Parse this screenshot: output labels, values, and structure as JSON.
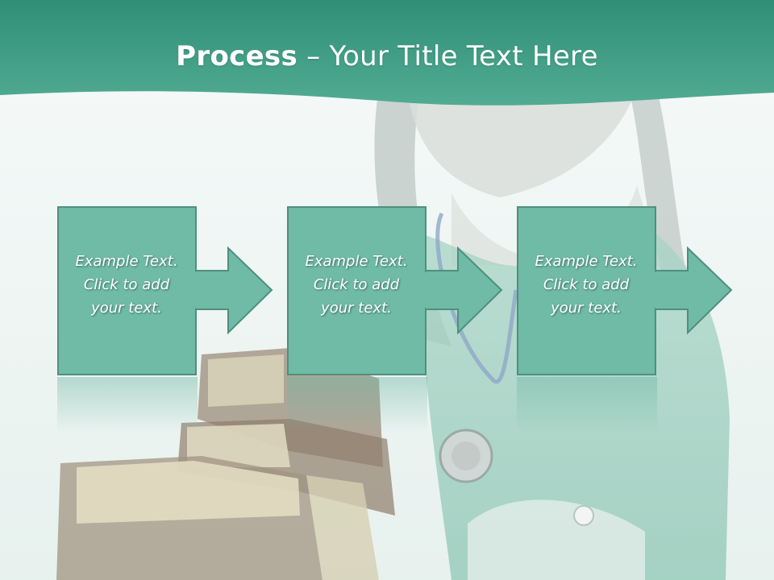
{
  "title": {
    "bold": "Process",
    "rest": " – Your Title Text Here"
  },
  "steps": [
    {
      "lines": [
        "Example Text.",
        "Click  to add",
        "your text."
      ]
    },
    {
      "lines": [
        "Example Text.",
        "Click  to add",
        "your text."
      ]
    },
    {
      "lines": [
        "Example Text.",
        "Click  to add",
        "your text."
      ]
    }
  ],
  "colors": {
    "header": "#3f9a84",
    "box_fill": "#6fbba5",
    "box_border": "#4f8f7e",
    "text": "#ffffff"
  }
}
